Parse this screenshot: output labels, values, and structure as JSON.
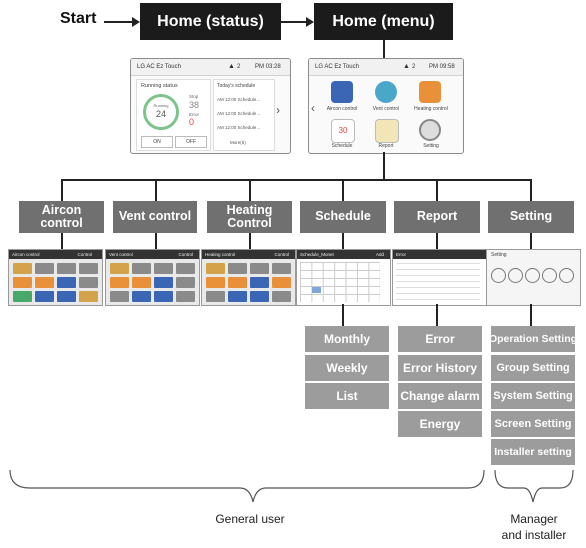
{
  "start_label": "Start",
  "home_status": {
    "label": "Home (status)",
    "app_title": "LG AC Ez Touch",
    "alert": "2",
    "time": "PM 03:28",
    "running_title": "Running status",
    "running_label": "Running",
    "running_value": "24",
    "stop_label": "Stop",
    "stop_value": "38",
    "error_label": "Error",
    "error_value": "0",
    "on_btn": "ON",
    "off_btn": "OFF",
    "schedule_title": "Today's schedule",
    "schedule_items": [
      "AM 12:00  Schedule…",
      "AM 12:00  Schedule…",
      "AM 12:00  Schedule…"
    ],
    "more": "More(5)"
  },
  "home_menu": {
    "label": "Home (menu)",
    "app_title": "LG AC Ez Touch",
    "alert": "2",
    "time": "PM 09:58",
    "items": [
      "Aircon control",
      "Vent control",
      "Heating control",
      "Schedule",
      "Report",
      "Setting"
    ],
    "schedule_icon_text": "30"
  },
  "categories": {
    "aircon": "Aircon control",
    "vent": "Vent control",
    "heating": "Heating\nControl",
    "schedule": "Schedule",
    "report": "Report",
    "setting": "Setting"
  },
  "thumbs": {
    "aircon_title": "Aircon control",
    "aircon_right": "Control",
    "vent_title": "Vent control",
    "vent_right": "Control",
    "heating_title": "Heating control",
    "heating_right": "Control",
    "schedule_title": "Schedule_Monet",
    "schedule_add": "Add",
    "report_title": "Error",
    "setting_title": "Setting"
  },
  "schedule_sub": [
    "Monthly",
    "Weekly",
    "List"
  ],
  "report_sub": [
    "Error",
    "Error History",
    "Change alarm",
    "Energy"
  ],
  "setting_sub": [
    "Operation Setting",
    "Group Setting",
    "System Setting",
    "Screen Setting",
    "Installer setting"
  ],
  "general_user": "General user",
  "manager": "Manager\nand installer",
  "colors": {
    "orange": "#e8913a",
    "blue": "#3a66b5",
    "green": "#46a86b",
    "gray": "#8a8a8a",
    "yellow": "#d4a24a"
  }
}
